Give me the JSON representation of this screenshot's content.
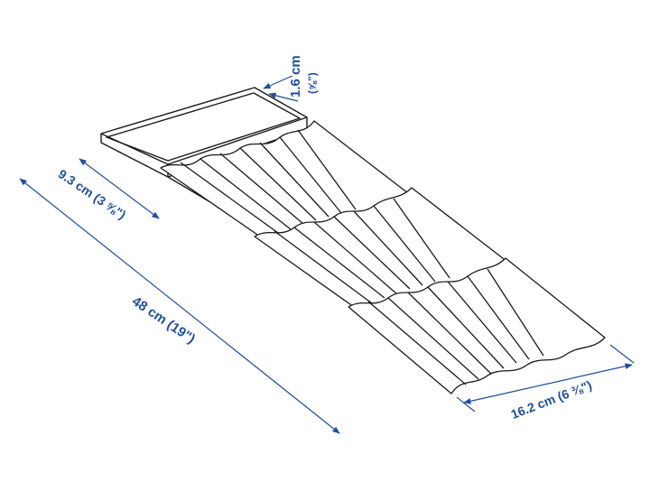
{
  "dimensions": {
    "height": {
      "metric": "1.6 cm",
      "imperial": "(⅝\")"
    },
    "inner_width": "9.3 cm (3 ⅝\")",
    "length": "48 cm (19\")",
    "outer_width": "16.2 cm (6 ⅜\")"
  },
  "colors": {
    "dimension": "#1f4f9a",
    "outline": "#1a1a1a",
    "background": "#ffffff"
  }
}
